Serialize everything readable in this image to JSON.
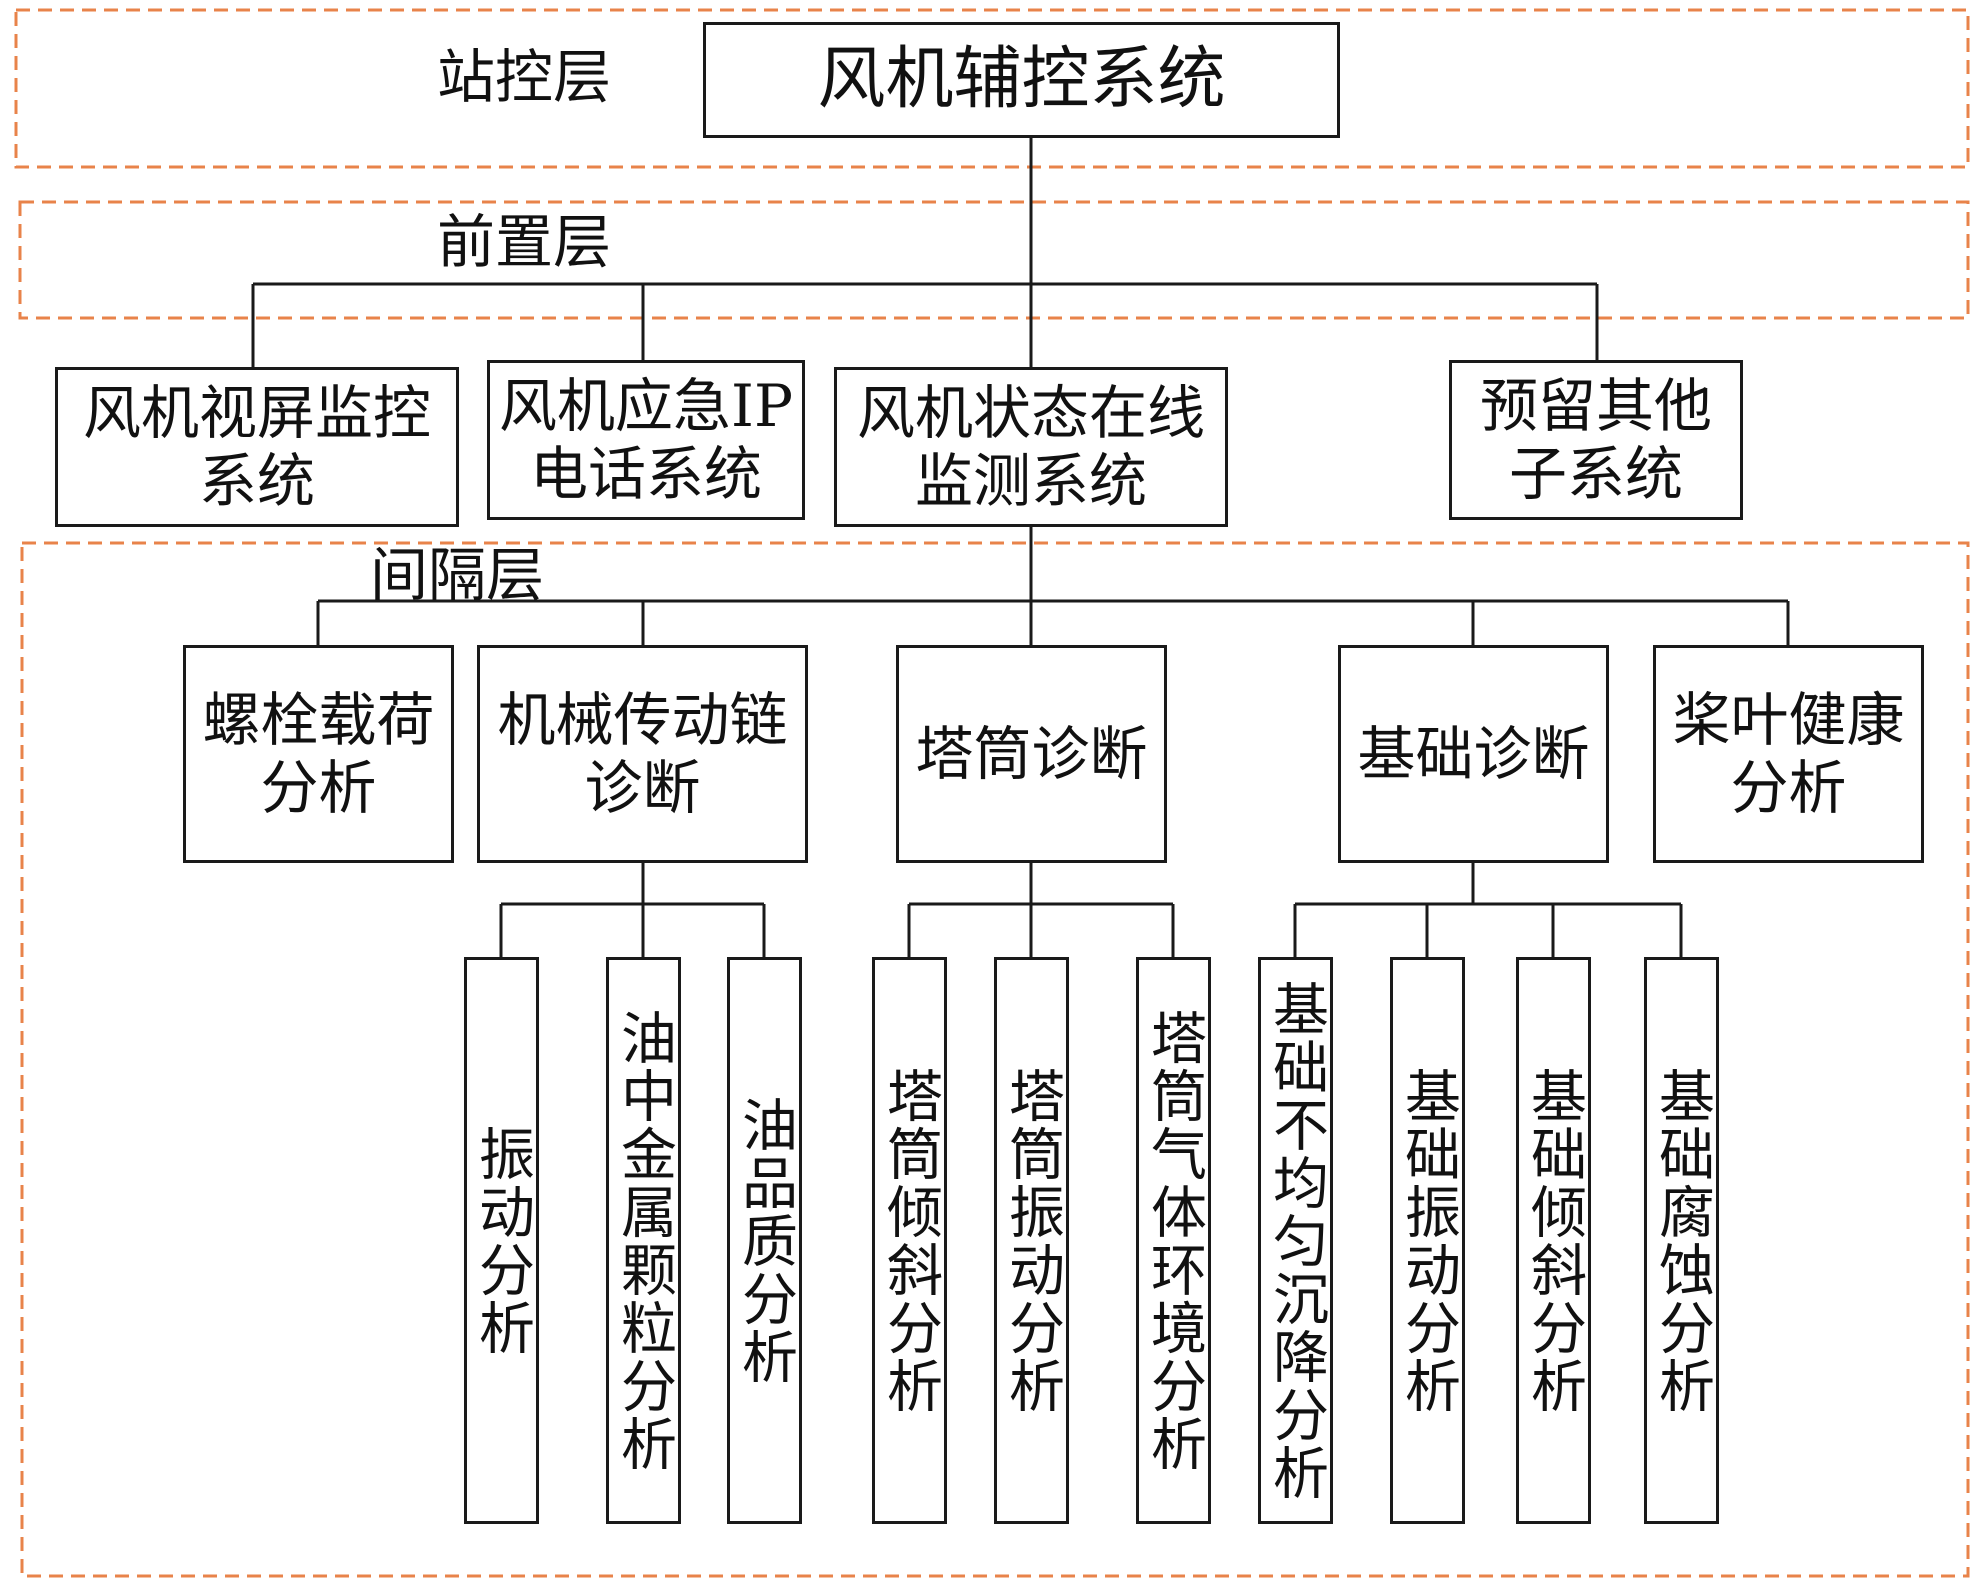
{
  "layers": {
    "station": "站控层",
    "front": "前置层",
    "bay": "间隔层"
  },
  "colors": {
    "layer_border": "#e8834a",
    "line": "#1a1a1a",
    "box_border": "#1a1a1a"
  },
  "root": {
    "label": "风机辅控系统"
  },
  "subsystems": [
    {
      "label": "风机视屏监控\n系统"
    },
    {
      "label": "风机应急IP\n电话系统"
    },
    {
      "label": "风机状态在线\n监测系统"
    },
    {
      "label": "预留其他\n子系统"
    }
  ],
  "diagnostics": [
    {
      "label": "螺栓载荷\n分析"
    },
    {
      "label": "机械传动链\n诊断"
    },
    {
      "label": "塔筒诊断"
    },
    {
      "label": "基础诊断"
    },
    {
      "label": "桨叶健康\n分析"
    }
  ],
  "analyses": [
    {
      "label": "振动分析"
    },
    {
      "label": "油中金属颗粒分析"
    },
    {
      "label": "油品质分析"
    },
    {
      "label": "塔筒倾斜分析"
    },
    {
      "label": "塔筒振动分析"
    },
    {
      "label": "塔筒气体环境分析"
    },
    {
      "label": "基础不均匀沉降分析"
    },
    {
      "label": "基础振动分析"
    },
    {
      "label": "基础倾斜分析"
    },
    {
      "label": "基础腐蚀分析"
    }
  ]
}
